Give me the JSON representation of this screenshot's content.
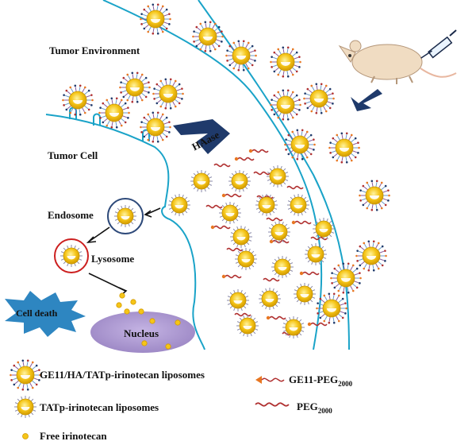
{
  "labels": {
    "tumor_environment": "Tumor Environment",
    "tumor_cell": "Tumor Cell",
    "haase": "HAase",
    "endosome": "Endosome",
    "lysosome": "Lysosome",
    "cell_death": "Cell death",
    "nucleus": "Nucleus"
  },
  "legend": {
    "ge11_liposome": "GE11/HA/TATp-irinotecan liposomes",
    "tatp_liposome": "TATp-irinotecan liposomes",
    "free_irinotecan": "Free irinotecan",
    "ge11_peg_main": "GE11-PEG",
    "ge11_peg_sub": "2000",
    "peg_main": "PEG",
    "peg_sub": "2000"
  },
  "colors": {
    "membrane": "#1aa3c8",
    "liposome_core": "#f5c518",
    "liposome_inner": "#ffffff",
    "endosome_ring": "#2e4a7a",
    "lysosome_ring": "#cc1f1f",
    "nucleus_fill": "#a894cc",
    "cell_death_fill": "#2e86c1",
    "haase_arrow": "#1f3a6b",
    "peg_curl": "#b03030",
    "ge11_head": "#e87722"
  },
  "icons": {
    "mouse": "mouse-icon",
    "syringe": "syringe-icon",
    "receptor": "receptor-icon"
  }
}
